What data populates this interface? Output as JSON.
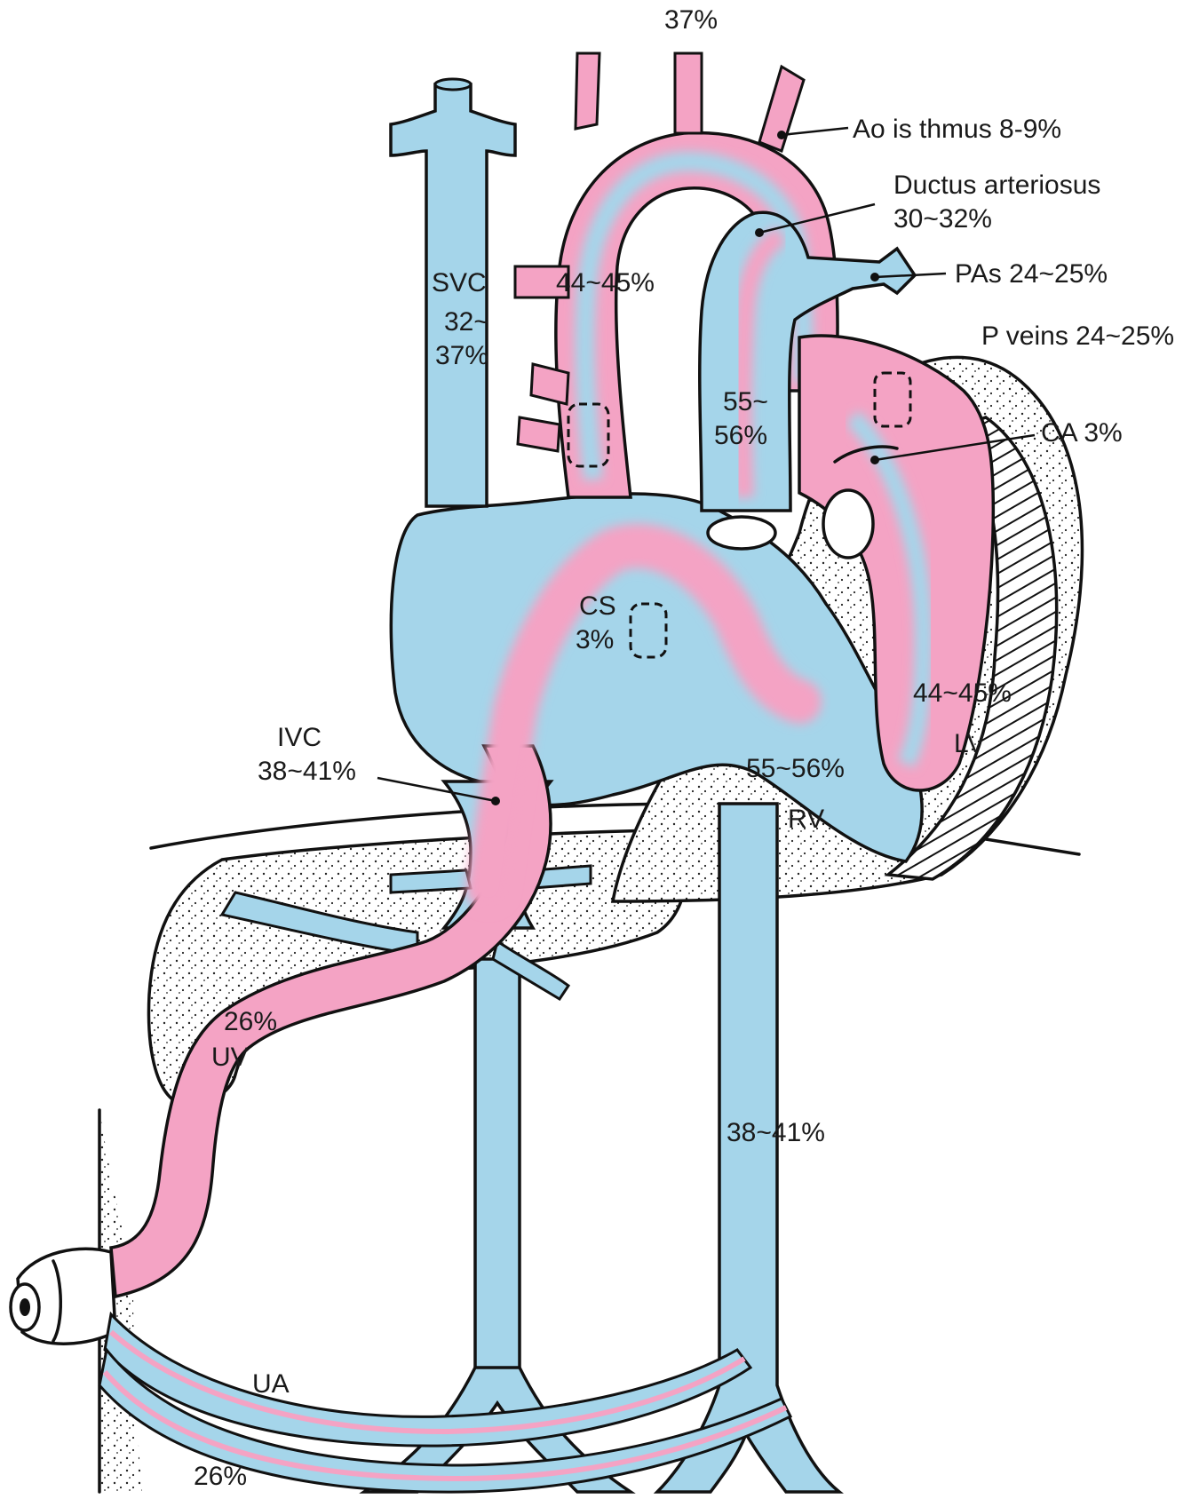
{
  "colors": {
    "deoxygenated": "#a5d5ea",
    "oxygenated": "#f4a3c4",
    "outline": "#111111",
    "background": "#ffffff"
  },
  "labels": {
    "top_vessels": "37%",
    "ao_isthmus": "Ao is thmus 8-9%",
    "ductus_title": "Ductus arteriosus",
    "ductus_value": "30~32%",
    "pas": "PAs 24~25%",
    "p_veins": "P veins 24~25%",
    "ca": "CA 3%",
    "svc_name": "SVC",
    "svc_value_1": "32~",
    "svc_value_2": "37%",
    "aorta_value": "44~45%",
    "pa_value_1": "55~",
    "pa_value_2": "56%",
    "cs_name": "CS",
    "cs_value": "3%",
    "lv_value": "44~45%",
    "lv_name": "LV",
    "ivc_name": "IVC",
    "ivc_value": "38~41%",
    "rv_value": "55~56%",
    "rv_name": "RV",
    "uv_value": "26%",
    "uv_name": "UV",
    "descending_value": "38~41%",
    "ua_name": "UA",
    "ua_value": "26%"
  }
}
